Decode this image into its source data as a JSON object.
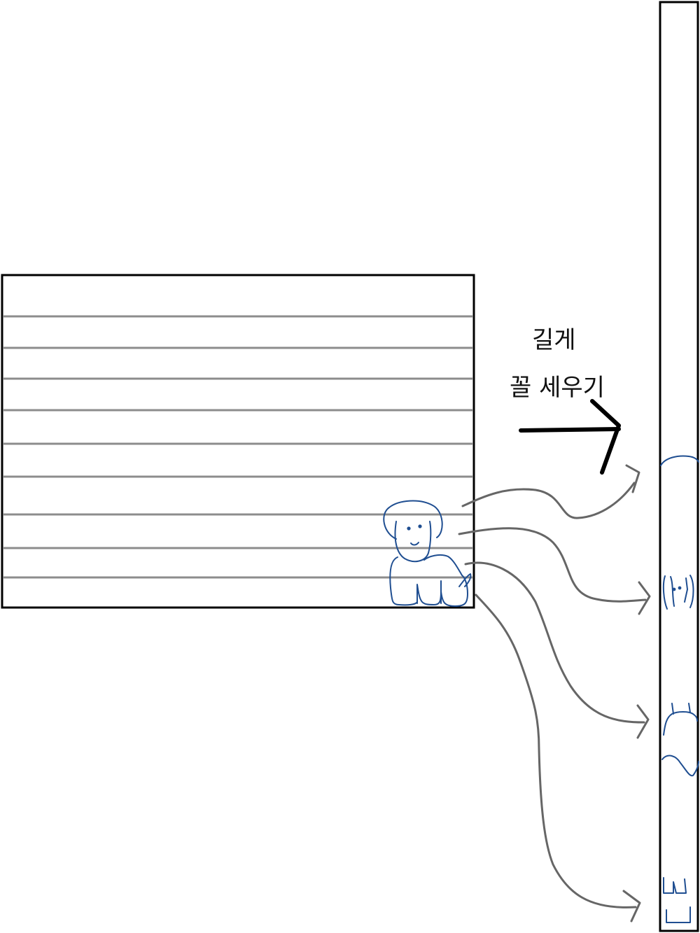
{
  "annotation": {
    "line1": "길게",
    "line2": "꼴 세우기"
  },
  "colors": {
    "outline": "#000000",
    "stripe": "#8c8c8c",
    "dog": "#1f4e91",
    "connector": "#666666",
    "arrow": "#000000"
  },
  "icons": {
    "wide_sheet": "striped-rectangle",
    "tall_strip": "narrow-vertical-rectangle",
    "dog": "dog-sketch-icon",
    "arrow": "right-arrow-icon"
  }
}
